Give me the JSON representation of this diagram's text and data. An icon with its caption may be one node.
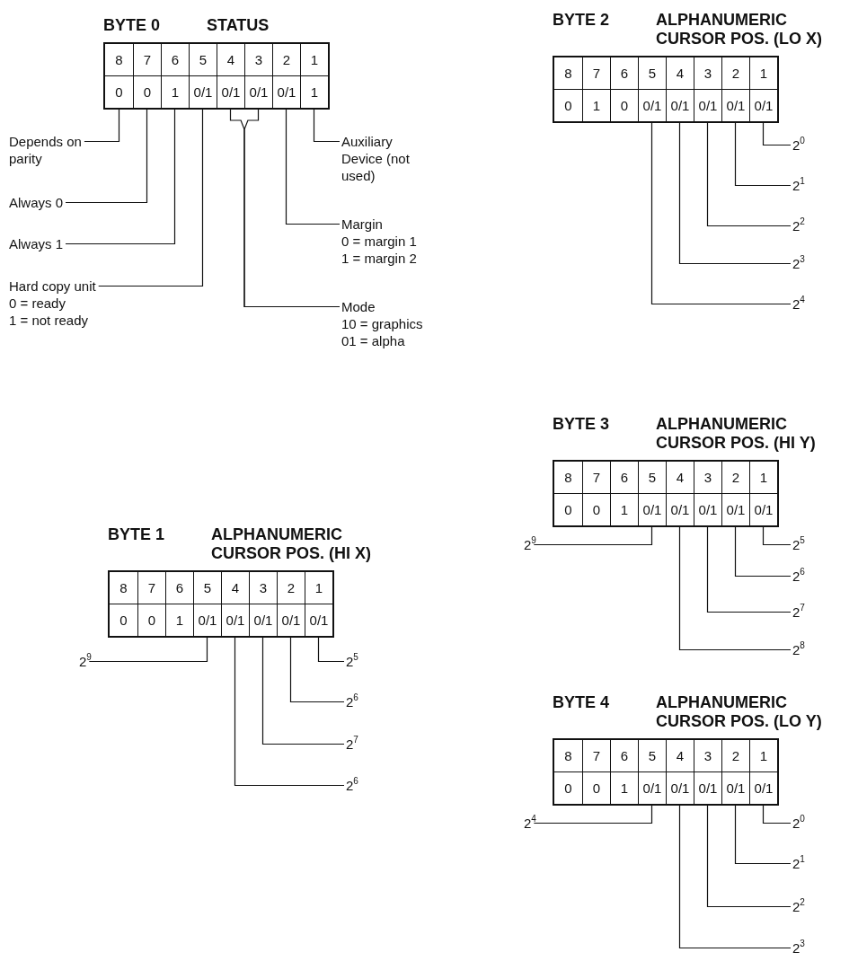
{
  "diagram": {
    "nodes": [
      {
        "text": [
          "BYTE 0",
          "STATUS"
        ]
      },
      {
        "text": [
          "8",
          "0"
        ],
        "in": 0
      },
      {
        "text": [
          "7",
          "0"
        ],
        "in": 0
      },
      {
        "text": [
          "6",
          "1"
        ],
        "in": 0
      },
      {
        "text": [
          "5",
          "0/1"
        ],
        "in": 0
      },
      {
        "text": [
          "4",
          "0/1"
        ],
        "in": 0
      },
      {
        "text": [
          "3",
          "0/1"
        ],
        "in": 0
      },
      {
        "text": [
          "2",
          "0/1"
        ],
        "in": 0
      },
      {
        "text": [
          "1",
          "1"
        ],
        "in": 0
      },
      {
        "text": [
          "Depends on parity"
        ]
      },
      {
        "text": [
          "Always 0"
        ]
      },
      {
        "text": [
          "Always 1"
        ]
      },
      {
        "text": [
          "Hard copy unit",
          "0 = ready",
          "1 = not ready"
        ]
      },
      {
        "text": [
          "Auxiliary Device (not used)"
        ]
      },
      {
        "text": [
          "Margin",
          "0 = margin 1",
          "1 = margin 2"
        ]
      },
      {
        "text": [
          "Mode",
          "10 = graphics",
          "01 = alpha"
        ]
      },
      {
        "text": [
          "BYTE 1",
          "ALPHANUMERIC CURSOR POS. (HI X)"
        ]
      },
      {
        "text": [
          "8",
          "0"
        ],
        "in": 16
      },
      {
        "text": [
          "7",
          "0"
        ],
        "in": 16
      },
      {
        "text": [
          "6",
          "1"
        ],
        "in": 16
      },
      {
        "text": [
          "5",
          "0/1"
        ],
        "in": 16
      },
      {
        "text": [
          "4",
          "0/1"
        ],
        "in": 16
      },
      {
        "text": [
          "3",
          "0/1"
        ],
        "in": 16
      },
      {
        "text": [
          "2",
          "0/1"
        ],
        "in": 16
      },
      {
        "text": [
          "1",
          "0/1"
        ],
        "in": 16
      },
      {
        "text": [
          "2$^{9}$"
        ]
      },
      {
        "text": [
          "2$^{5}$"
        ]
      },
      {
        "text": [
          "2$^{6}$"
        ]
      },
      {
        "text": [
          "2$^{7}$"
        ]
      },
      {
        "text": [
          "2$^{6}$"
        ]
      },
      {
        "text": [
          "BYTE 2",
          "ALPHANUMERIC CURSOR POS. (LO X)"
        ]
      },
      {
        "text": [
          "8",
          "0"
        ],
        "in": 30
      },
      {
        "text": [
          "7",
          "1"
        ],
        "in": 30
      },
      {
        "text": [
          "6",
          "0"
        ],
        "in": 30
      },
      {
        "text": [
          "5",
          "0/1"
        ],
        "in": 30
      },
      {
        "text": [
          "4",
          "0/1"
        ],
        "in": 30
      },
      {
        "text": [
          "3",
          "0/1"
        ],
        "in": 30
      },
      {
        "text": [
          "2",
          "0/1"
        ],
        "in": 30
      },
      {
        "text": [
          "1",
          "0/1"
        ],
        "in": 30
      },
      {
        "text": [
          "2$^{0}$"
        ]
      },
      {
        "text": [
          "2$^{1}$"
        ]
      },
      {
        "text": [
          "2$^{2}$"
        ]
      },
      {
        "text": [
          "2$^{3}$"
        ]
      },
      {
        "text": [
          "2$^{4}$"
        ]
      },
      {
        "text": [
          "BYTE 3",
          "ALPHANUMERIC CURSOR POS. (HI Y)"
        ]
      },
      {
        "text": [
          "8",
          "0"
        ],
        "in": 44
      },
      {
        "text": [
          "7",
          "0"
        ],
        "in": 44
      },
      {
        "text": [
          "6",
          "1"
        ],
        "in": 44
      },
      {
        "text": [
          "5",
          "0/1"
        ],
        "in": 44
      },
      {
        "text": [
          "4",
          "0/1"
        ],
        "in": 44
      },
      {
        "text": [
          "3",
          "0/1"
        ],
        "in": 44
      },
      {
        "text": [
          "2",
          "0/1"
        ],
        "in": 44
      },
      {
        "text": [
          "1",
          "0/1"
        ],
        "in": 44
      },
      {
        "text": [
          "2$^{9}$"
        ]
      },
      {
        "text": [
          "2$^{5}$"
        ]
      },
      {
        "text": [
          "2$^{6}$"
        ]
      },
      {
        "text": [
          "2$^{7}$"
        ]
      },
      {
        "text": [
          "2$^{8}$"
        ]
      },
      {
        "text": [
          "BYTE 4",
          "ALPHANUMERIC CURSOR POS. (LO Y)"
        ]
      },
      {
        "text": [
          "8",
          "0"
        ],
        "in": 58
      },
      {
        "text": [
          "7",
          "0"
        ],
        "in": 58
      },
      {
        "text": [
          "6",
          "1"
        ],
        "in": 58
      },
      {
        "text": [
          "5",
          "0/1"
        ],
        "in": 58
      },
      {
        "text": [
          "4",
          "0/1"
        ],
        "in": 58
      },
      {
        "text": [
          "3",
          "0/1"
        ],
        "in": 58
      },
      {
        "text": [
          "2",
          "0/1"
        ],
        "in": 58
      },
      {
        "text": [
          "1",
          "0/1"
        ],
        "in": 58
      },
      {
        "text": [
          "2$^{4}$"
        ]
      },
      {
        "text": [
          "2$^{0}$"
        ]
      },
      {
        "text": [
          "2$^{1}$"
        ]
      },
      {
        "text": [
          "2$^{2}$"
        ]
      },
      {
        "text": [
          "2$^{3}$"
        ]
      }
    ],
    "edges": [
      {
        "from": 9,
        "to": 1,
        "arrow": "none"
      },
      {
        "from": 10,
        "to": 2,
        "arrow": "none"
      },
      {
        "from": 11,
        "to": 3,
        "arrow": "none"
      },
      {
        "from": 12,
        "to": 4,
        "arrow": "none"
      },
      {
        "from": 15,
        "to": 5,
        "arrow": "none"
      },
      {
        "from": 15,
        "to": 6,
        "arrow": "none"
      },
      {
        "from": 14,
        "to": 7,
        "arrow": "none"
      },
      {
        "from": 13,
        "to": 8,
        "arrow": "none"
      },
      {
        "from": 25,
        "to": 20,
        "arrow": "none"
      },
      {
        "from": 26,
        "to": 24,
        "arrow": "none"
      },
      {
        "from": 27,
        "to": 23,
        "arrow": "none"
      },
      {
        "from": 28,
        "to": 22,
        "arrow": "none"
      },
      {
        "from": 29,
        "to": 21,
        "arrow": "none"
      },
      {
        "from": 39,
        "to": 38,
        "arrow": "none"
      },
      {
        "from": 40,
        "to": 37,
        "arrow": "none"
      },
      {
        "from": 41,
        "to": 36,
        "arrow": "none"
      },
      {
        "from": 42,
        "to": 35,
        "arrow": "none"
      },
      {
        "from": 43,
        "to": 34,
        "arrow": "none"
      },
      {
        "from": 53,
        "to": 48,
        "arrow": "none"
      },
      {
        "from": 54,
        "to": 52,
        "arrow": "none"
      },
      {
        "from": 55,
        "to": 51,
        "arrow": "none"
      },
      {
        "from": 56,
        "to": 50,
        "arrow": "none"
      },
      {
        "from": 57,
        "to": 49,
        "arrow": "none"
      },
      {
        "from": 67,
        "to": 62,
        "arrow": "none"
      },
      {
        "from": 68,
        "to": 66,
        "arrow": "none"
      },
      {
        "from": 69,
        "to": 65,
        "arrow": "none"
      },
      {
        "from": 70,
        "to": 64,
        "arrow": "none"
      },
      {
        "from": 71,
        "to": 63,
        "arrow": "none"
      }
    ]
  }
}
